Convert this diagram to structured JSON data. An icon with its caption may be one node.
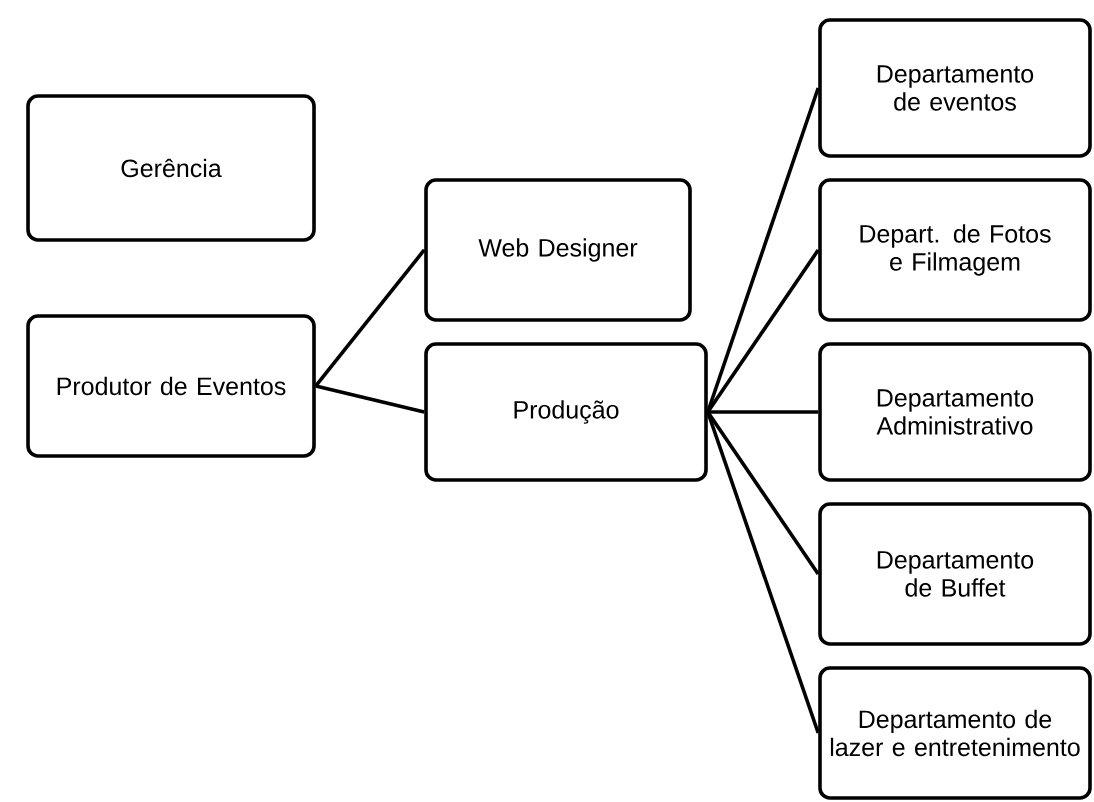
{
  "diagram": {
    "nodes": [
      {
        "text": [
          "Gerência"
        ]
      },
      {
        "text": [
          "Produtor de Eventos"
        ]
      },
      {
        "text": [
          "Web Designer"
        ]
      },
      {
        "text": [
          "Produção"
        ]
      },
      {
        "text": [
          "Departamento de eventos"
        ]
      },
      {
        "text": [
          "Depart. de Fotos e Filmagem"
        ]
      },
      {
        "text": [
          "Departamento Administrativo"
        ]
      },
      {
        "text": [
          "Departamento de Buffet"
        ]
      },
      {
        "text": [
          "Departamento de lazer e entretenimento"
        ]
      }
    ],
    "edges": [
      {
        "from": 1,
        "to": 2,
        "arrow": "none"
      },
      {
        "from": 1,
        "to": 3,
        "arrow": "none"
      },
      {
        "from": 3,
        "to": 4,
        "arrow": "none"
      },
      {
        "from": 3,
        "to": 5,
        "arrow": "none"
      },
      {
        "from": 3,
        "to": 6,
        "arrow": "none"
      },
      {
        "from": 3,
        "to": 7,
        "arrow": "none"
      },
      {
        "from": 3,
        "to": 8,
        "arrow": "none"
      }
    ]
  }
}
